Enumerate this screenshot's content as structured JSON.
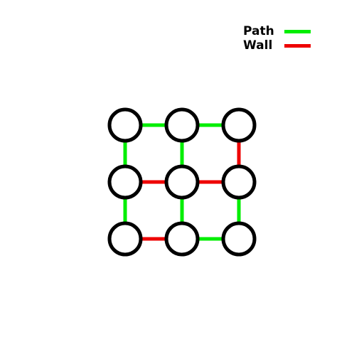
{
  "legend": {
    "path_label": "Path",
    "wall_label": "Wall"
  },
  "colors": {
    "path": "#00ee00",
    "wall": "#ee0000",
    "node_stroke": "#000000",
    "node_fill": "#ffffff"
  },
  "maze": {
    "rows": 3,
    "cols": 3,
    "edges": [
      {
        "from": [
          0,
          0
        ],
        "to": [
          0,
          1
        ],
        "type": "path"
      },
      {
        "from": [
          0,
          1
        ],
        "to": [
          0,
          2
        ],
        "type": "path"
      },
      {
        "from": [
          1,
          0
        ],
        "to": [
          1,
          1
        ],
        "type": "wall"
      },
      {
        "from": [
          1,
          1
        ],
        "to": [
          1,
          2
        ],
        "type": "wall"
      },
      {
        "from": [
          2,
          0
        ],
        "to": [
          2,
          1
        ],
        "type": "wall"
      },
      {
        "from": [
          2,
          1
        ],
        "to": [
          2,
          2
        ],
        "type": "path"
      },
      {
        "from": [
          0,
          0
        ],
        "to": [
          1,
          0
        ],
        "type": "path"
      },
      {
        "from": [
          1,
          0
        ],
        "to": [
          2,
          0
        ],
        "type": "path"
      },
      {
        "from": [
          0,
          1
        ],
        "to": [
          1,
          1
        ],
        "type": "path"
      },
      {
        "from": [
          1,
          1
        ],
        "to": [
          2,
          1
        ],
        "type": "path"
      },
      {
        "from": [
          0,
          2
        ],
        "to": [
          1,
          2
        ],
        "type": "wall"
      },
      {
        "from": [
          1,
          2
        ],
        "to": [
          2,
          2
        ],
        "type": "path"
      }
    ]
  }
}
